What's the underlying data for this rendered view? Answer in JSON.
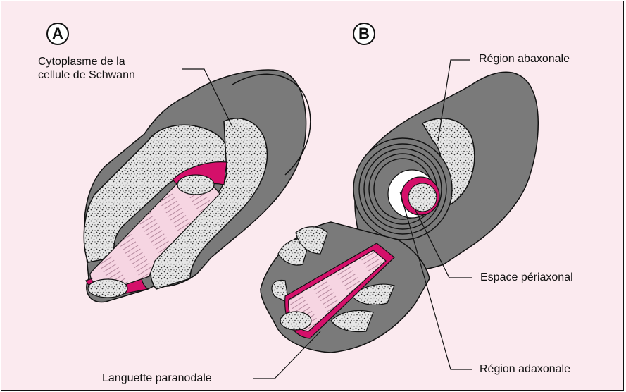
{
  "panels": [
    {
      "badge": "A"
    },
    {
      "badge": "B"
    }
  ],
  "labels": {
    "schwann_cytoplasm_line1": "Cytoplasme de la",
    "schwann_cytoplasm_line2": "cellule de Schwann",
    "abaxonal_region": "Région abaxonale",
    "periaxonal_space": "Espace périaxonal",
    "adaxonal_region": "Région adaxonale",
    "paranodal_tongue": "Languette paranodale"
  },
  "colors": {
    "background": "#fbeaef",
    "myelin_grey": "#7a7a7a",
    "cytoplasm_stipple": "#e8e8e8",
    "axon": "#f6d5e2",
    "membrane_magenta": "#d4106a",
    "outline": "#111111"
  }
}
